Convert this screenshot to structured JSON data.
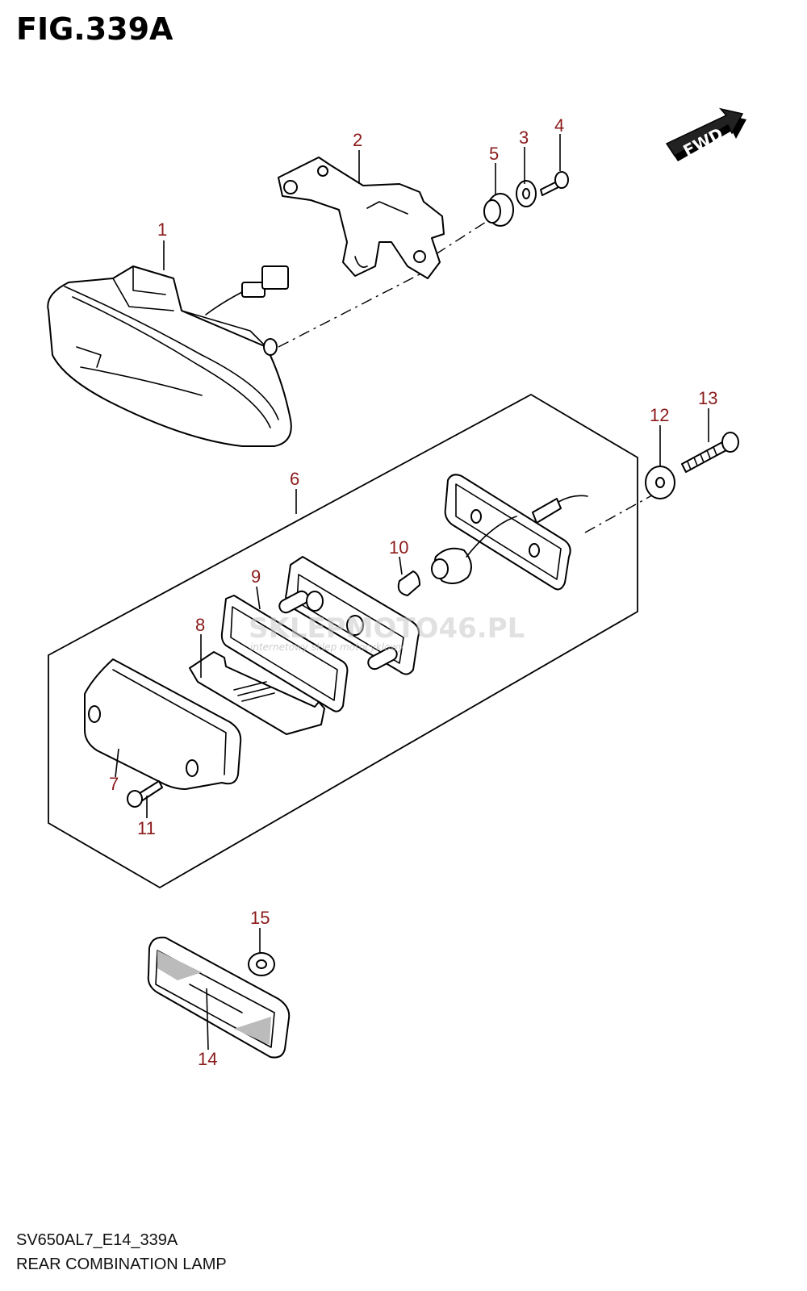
{
  "figure": {
    "title": "FIG.339A",
    "code": "SV650AL7_E14_339A",
    "name": "REAR COMBINATION LAMP"
  },
  "direction_badge": "FWD",
  "watermark": {
    "brand": "SKLEPMOTO46.PL",
    "tagline": "internetowy sklep motocyklowy"
  },
  "callouts": [
    "1",
    "2",
    "3",
    "4",
    "5",
    "6",
    "7",
    "8",
    "9",
    "10",
    "11",
    "12",
    "13",
    "14",
    "15"
  ],
  "colors": {
    "callout_text": "#8b1a1a",
    "line_art": "#000000",
    "watermark": "#c9c9c9"
  }
}
